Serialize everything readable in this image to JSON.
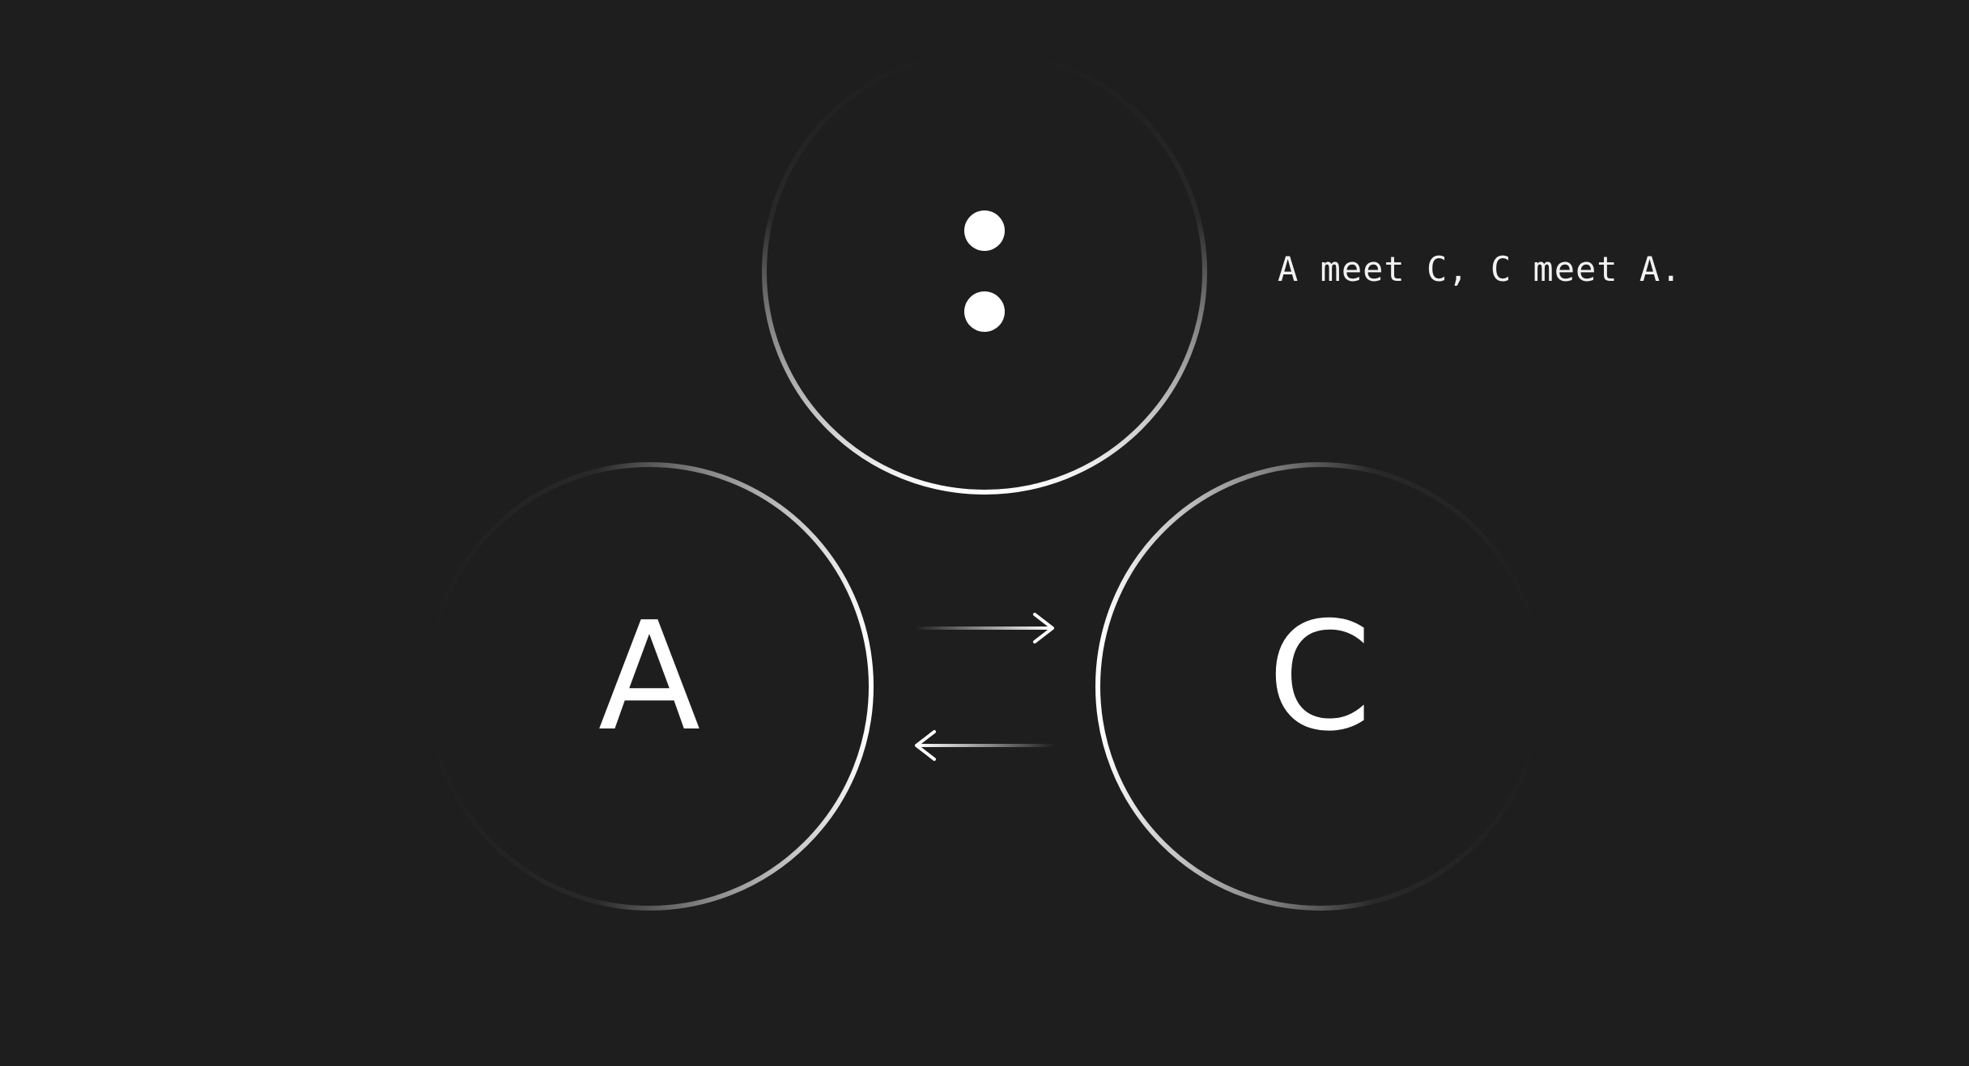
{
  "diagram": {
    "nodes": {
      "left": {
        "label": "A"
      },
      "right": {
        "label": "C"
      },
      "top": {
        "label": ""
      }
    },
    "caption": "A meet C, C meet A.",
    "colors": {
      "background": "#1e1e1e",
      "stroke": "#ffffff",
      "text": "#ffffff"
    }
  }
}
